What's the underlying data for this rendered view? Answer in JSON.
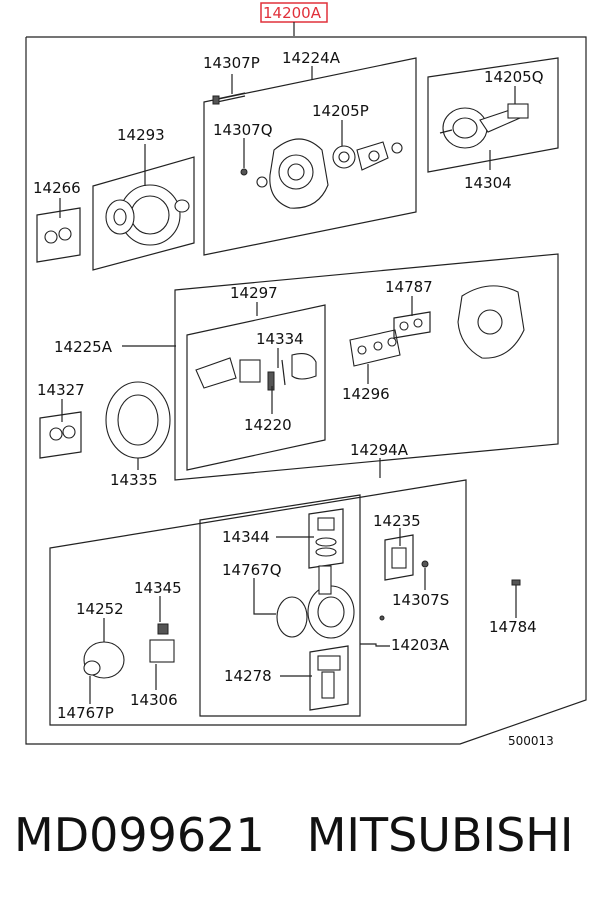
{
  "diagram": {
    "assembly_number": "14200A",
    "highlight_color": "#e0303a",
    "callouts": {
      "p14307P": "14307P",
      "p14224A": "14224A",
      "p14205Q": "14205Q",
      "p14293": "14293",
      "p14307Q": "14307Q",
      "p14205P": "14205P",
      "p14266": "14266",
      "p14304": "14304",
      "p14297": "14297",
      "p14787": "14787",
      "p14334": "14334",
      "p14225A": "14225A",
      "p14296": "14296",
      "p14327": "14327",
      "p14220": "14220",
      "p14335": "14335",
      "p14294A": "14294A",
      "p14344": "14344",
      "p14235": "14235",
      "p14767Q": "14767Q",
      "p14307S": "14307S",
      "p14345": "14345",
      "p14252": "14252",
      "p14784": "14784",
      "p14203A": "14203A",
      "p14278": "14278",
      "p14306": "14306",
      "p14767P": "14767P"
    },
    "drawing_number": "500013"
  },
  "footer": {
    "part_number": "MD099621",
    "brand": "MITSUBISHI"
  }
}
